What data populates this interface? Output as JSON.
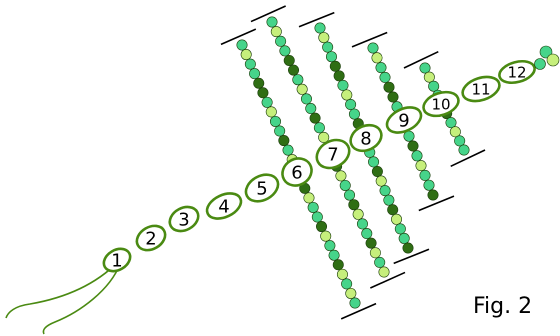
{
  "figure": {
    "caption": "Fig. 2",
    "ring_labels": [
      "1",
      "2",
      "3",
      "4",
      "5",
      "6",
      "7",
      "8",
      "9",
      "10",
      "11",
      "12"
    ]
  },
  "colors": {
    "ring_stroke": "#4a8a12",
    "thread": "#4a8a12",
    "bead_outline": "#1a3d0a",
    "bead_light": "#c6ef7c",
    "bead_mint": "#46d48a",
    "bead_dark": "#2f6e14",
    "tick": "#000000"
  }
}
